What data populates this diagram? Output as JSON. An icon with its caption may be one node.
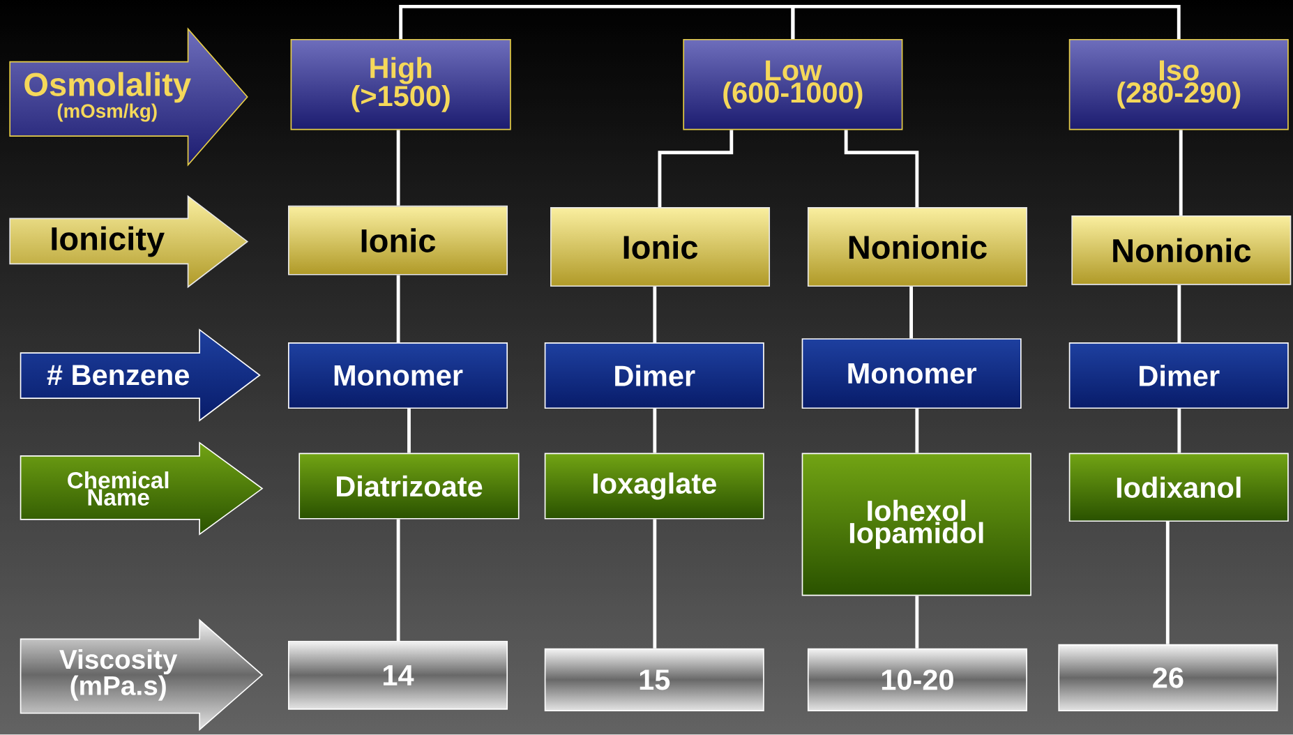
{
  "diagram": {
    "nodes": [
      {
        "text": [
          "Osmolality",
          "(mOsm/kg)"
        ]
      },
      {
        "text": [
          "High (>1500)"
        ]
      },
      {
        "text": [
          "Low (600-1000)"
        ]
      },
      {
        "text": [
          "Iso (280-290)"
        ]
      },
      {
        "text": [
          "Ionicity"
        ]
      },
      {
        "text": [
          "Ionic"
        ]
      },
      {
        "text": [
          "Ionic"
        ]
      },
      {
        "text": [
          "Nonionic"
        ]
      },
      {
        "text": [
          "Nonionic"
        ]
      },
      {
        "text": [
          "# Benzene"
        ]
      },
      {
        "text": [
          "Monomer"
        ]
      },
      {
        "text": [
          "Dimer"
        ]
      },
      {
        "text": [
          "Monomer"
        ]
      },
      {
        "text": [
          "Dimer"
        ]
      },
      {
        "text": [
          "Chemical Name"
        ]
      },
      {
        "text": [
          "Diatrizoate"
        ]
      },
      {
        "text": [
          "Ioxaglate"
        ]
      },
      {
        "text": [
          "Iohexol Iopamidol"
        ]
      },
      {
        "text": [
          "Iodixanol"
        ]
      },
      {
        "text": [
          "Viscosity (mPa.s)"
        ]
      },
      {
        "text": [
          "14"
        ]
      },
      {
        "text": [
          "15"
        ]
      },
      {
        "text": [
          "10-20"
        ]
      },
      {
        "text": [
          "26"
        ]
      }
    ],
    "edges": [
      {
        "from": 1,
        "to": 2,
        "arrow": "none"
      },
      {
        "from": 2,
        "to": 3,
        "arrow": "none"
      },
      {
        "from": 1,
        "to": 5,
        "arrow": "none"
      },
      {
        "from": 2,
        "to": 6,
        "arrow": "none"
      },
      {
        "from": 2,
        "to": 7,
        "arrow": "none"
      },
      {
        "from": 3,
        "to": 8,
        "arrow": "none"
      },
      {
        "from": 5,
        "to": 10,
        "arrow": "none"
      },
      {
        "from": 6,
        "to": 11,
        "arrow": "none"
      },
      {
        "from": 7,
        "to": 12,
        "arrow": "none"
      },
      {
        "from": 8,
        "to": 13,
        "arrow": "none"
      },
      {
        "from": 10,
        "to": 15,
        "arrow": "none"
      },
      {
        "from": 11,
        "to": 16,
        "arrow": "none"
      },
      {
        "from": 12,
        "to": 17,
        "arrow": "none"
      },
      {
        "from": 13,
        "to": 18,
        "arrow": "none"
      },
      {
        "from": 15,
        "to": 20,
        "arrow": "none"
      },
      {
        "from": 16,
        "to": 21,
        "arrow": "none"
      },
      {
        "from": 17,
        "to": 22,
        "arrow": "none"
      },
      {
        "from": 18,
        "to": 23,
        "arrow": "none"
      }
    ]
  }
}
